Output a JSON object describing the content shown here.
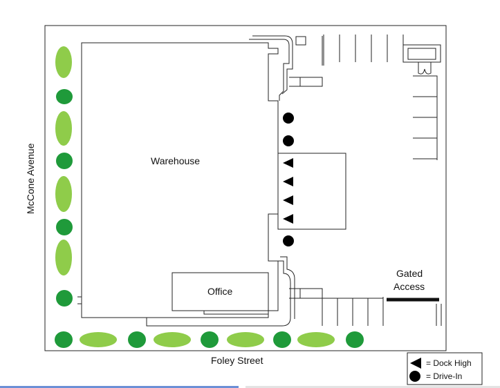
{
  "labels": {
    "warehouse": "Warehouse",
    "office": "Office",
    "street_west": "McCone Avenue",
    "street_south": "Foley Street",
    "gated_line1": "Gated",
    "gated_line2": "Access"
  },
  "legend": {
    "dock_high": "= Dock High",
    "drive_in": "= Drive-In"
  },
  "colors": {
    "shrub_light": "#8fcc4a",
    "shrub_dark": "#1f9a3a",
    "marker": "#000000"
  },
  "features": {
    "dock_high_doors": 4,
    "drive_in_doors": 3,
    "gated_access": true
  }
}
